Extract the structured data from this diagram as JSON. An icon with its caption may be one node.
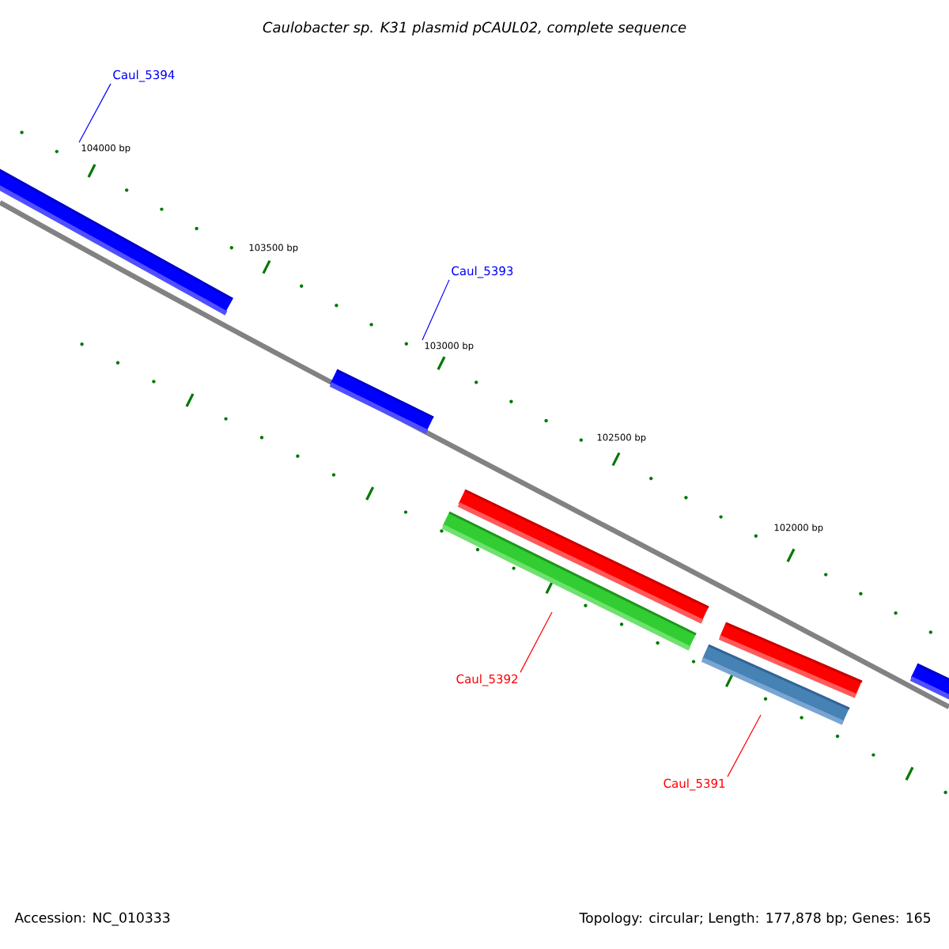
{
  "diagram": {
    "title": "Caulobacter sp. K31 plasmid pCAUL02, complete sequence",
    "nodes": [
      {
        "text": [
          "Caul_5394"
        ]
      },
      {
        "text": [
          "104000 bp"
        ]
      },
      {
        "text": [
          "Caul_5393"
        ]
      },
      {
        "text": [
          "103000 bp"
        ]
      },
      {
        "text": [
          "Caul_5392"
        ]
      },
      {
        "text": [
          "Caul_5391"
        ]
      }
    ],
    "edges": [
      {
        "from": 0,
        "to": 1,
        "arrow": "none",
        "color": "#0000ff"
      },
      {
        "from": 2,
        "to": 3,
        "arrow": "none",
        "color": "#0000ff"
      },
      {
        "from": 4,
        "to": null,
        "arrow": "none",
        "color": "#ff0000"
      },
      {
        "from": 5,
        "to": null,
        "arrow": "none",
        "color": "#ff0000"
      }
    ],
    "labels": [
      "103500 bp",
      "102500 bp",
      "102000 bp",
      "Accession: NC_010333",
      "Topology: circular; Length: 177,878 bp; Genes: 165"
    ]
  }
}
